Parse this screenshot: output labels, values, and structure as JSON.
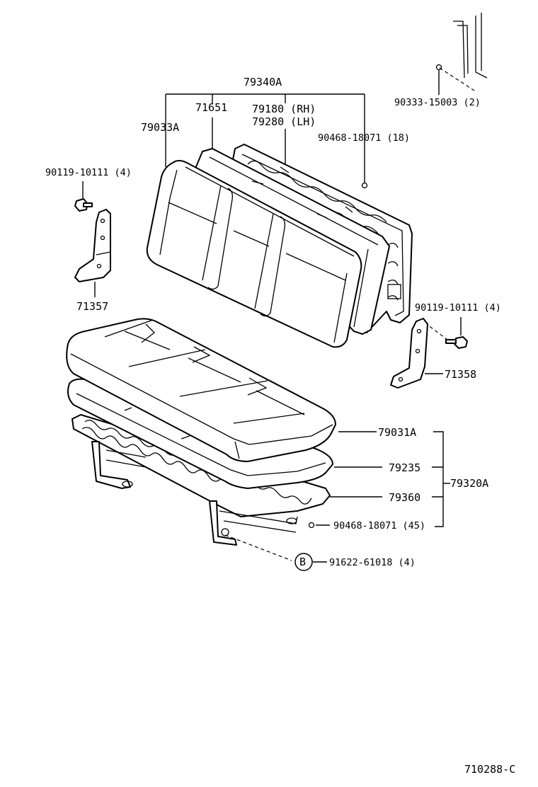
{
  "diagram_id": "710288-C",
  "callouts": {
    "back_assy": "79340A",
    "back_pad": "79033A",
    "back_cover": "71651",
    "back_frame_rh": "79180 (RH)",
    "back_frame_lh": "79280 (LH)",
    "hog_ring_back": "90468-18071 (18)",
    "headrest_bolt": "90333-15003 (2)",
    "bolt_left": "90119-10111 (4)",
    "hinge_left": "71357",
    "bolt_right": "90119-10111 (4)",
    "hinge_right": "71358",
    "cushion_cover": "79031A",
    "cushion_pad": "79235",
    "cushion_frame": "79360",
    "hog_ring_cushion": "90468-18071 (45)",
    "cushion_assy": "79320A",
    "ref_letter": "B",
    "ref_part": "91622-61018 (4)"
  }
}
